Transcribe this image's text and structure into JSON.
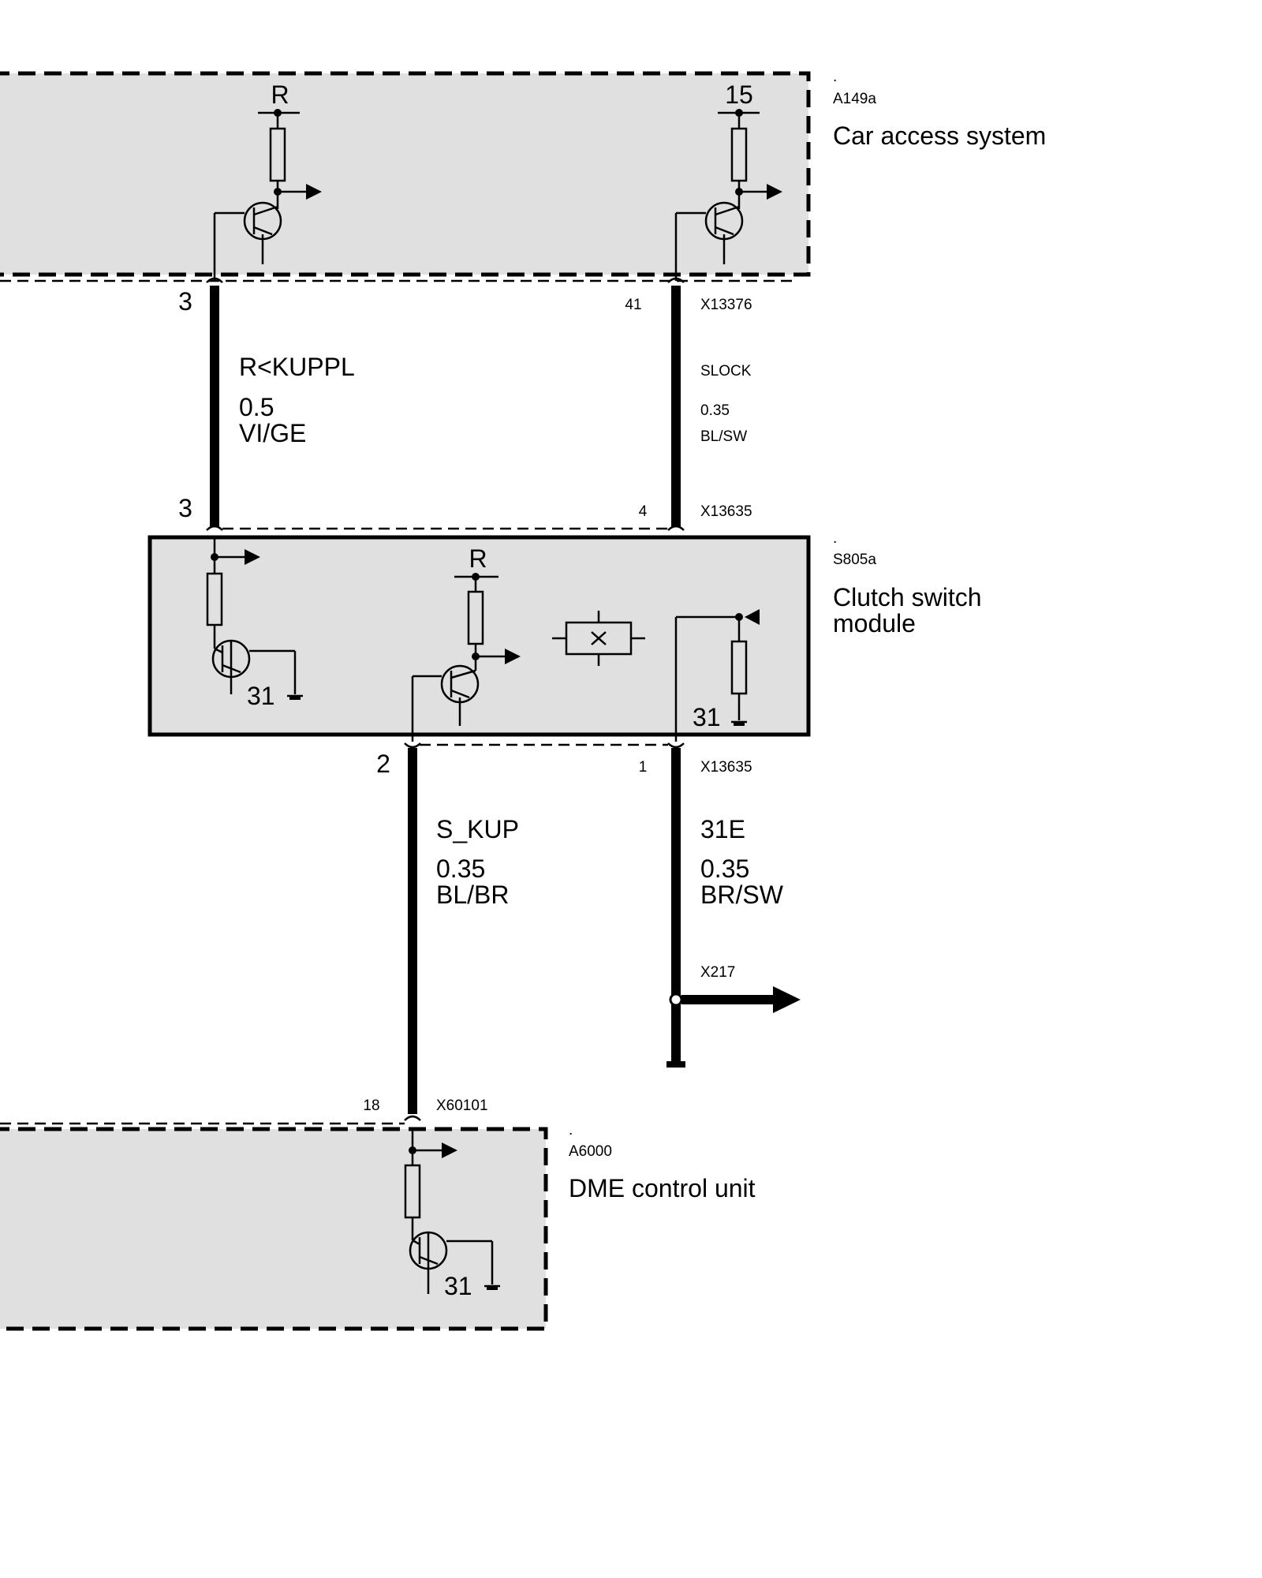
{
  "components": {
    "cas": {
      "dot": ".",
      "code": "A149a",
      "name": "Car access system",
      "supply_left": "R",
      "supply_right": "15"
    },
    "clutch": {
      "dot": ".",
      "code": "S805a",
      "name_line1": "Clutch switch",
      "name_line2": "module",
      "supply": "R",
      "ground_left": "31",
      "ground_right": "31"
    },
    "dme": {
      "dot": ".",
      "code": "A6000",
      "name": "DME control unit",
      "ground": "31"
    }
  },
  "connectors": {
    "cas_left_pin": "3",
    "cas_right_pin": "41",
    "cas_conn": "X13376",
    "clutch_top_left_pin": "3",
    "clutch_top_right_pin": "4",
    "clutch_top_conn": "X13635",
    "clutch_bot_left_pin": "2",
    "clutch_bot_right_pin": "1",
    "clutch_bot_conn": "X13635",
    "dme_pin": "18",
    "dme_conn": "X60101",
    "ground_conn": "X217"
  },
  "wires": {
    "w1": {
      "name": "R<KUPPL",
      "size": "0.5",
      "color": "VI/GE"
    },
    "w2": {
      "name": "SLOCK",
      "size": "0.35",
      "color": "BL/SW"
    },
    "w3": {
      "name": "S_KUP",
      "size": "0.35",
      "color": "BL/BR"
    },
    "w4": {
      "name": "31E",
      "size": "0.35",
      "color": "BR/SW"
    }
  }
}
